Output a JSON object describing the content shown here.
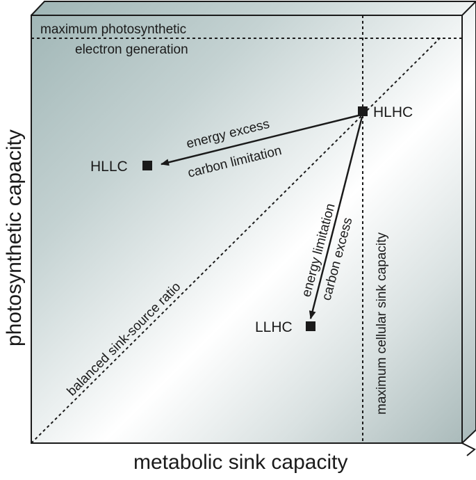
{
  "axes": {
    "x_label": "metabolic sink capacity",
    "y_label": "photosynthetic capacity"
  },
  "reference_lines": {
    "max_photosynthetic_line1": "maximum photosynthetic",
    "max_photosynthetic_line2": "electron generation",
    "max_sink": "maximum cellular sink capacity",
    "balanced": "balanced sink-source ratio"
  },
  "points": {
    "hlhc": "HLHC",
    "hllc": "HLLC",
    "llhc": "LLHC"
  },
  "transitions": {
    "to_hllc": {
      "line1": "energy excess",
      "line2": "carbon limitation"
    },
    "to_llhc": {
      "line1": "energy limitation",
      "line2": "carbon excess"
    }
  }
}
